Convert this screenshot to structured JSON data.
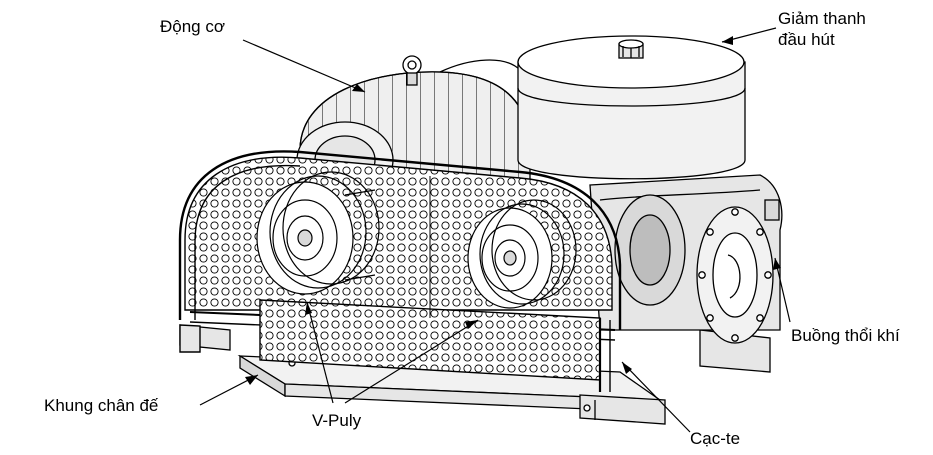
{
  "labels": {
    "motor": "Động cơ",
    "muffler_line1": "Giảm thanh",
    "muffler_line2": "đầu hút",
    "blower_chamber": "Buồng thổi khí",
    "base_frame": "Khung chân đế",
    "v_pulley": "V-Puly",
    "crankcase": "Cạc-te"
  },
  "colors": {
    "line": "#000000",
    "fill_light": "#f2f2f2",
    "fill_mid": "#d9d9d9",
    "fill_dark": "#bdbdbd",
    "background": "#ffffff"
  }
}
